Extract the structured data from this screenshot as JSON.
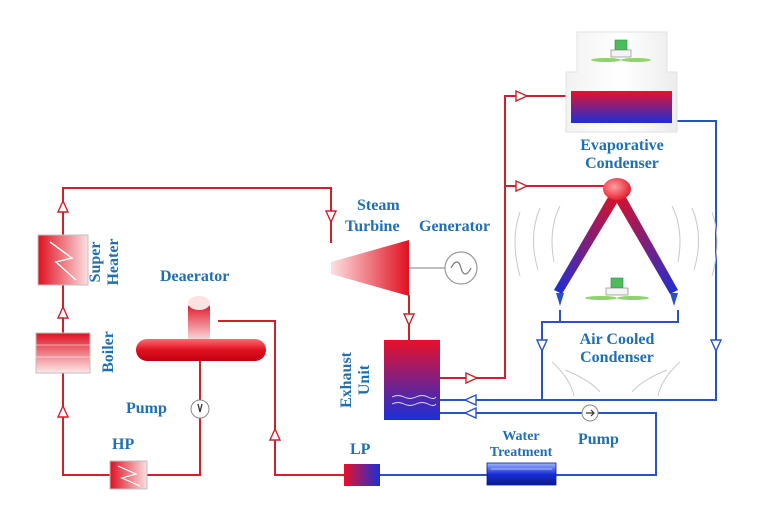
{
  "labels": {
    "evaporative_condenser": [
      "Evaporative",
      "Condenser"
    ],
    "steam": "Steam",
    "turbine": "Turbine",
    "generator": "Generator",
    "super_heater": [
      "Super",
      "Heater"
    ],
    "boiler": "Boiler",
    "deaerator": "Deaerator",
    "exhaust_unit": [
      "Exhaust",
      "Unit"
    ],
    "air_cooled_condenser": [
      "Air Cooled",
      "Condenser"
    ],
    "pump_left": "Pump",
    "pump_right": "Pump",
    "hp": "HP",
    "lp": "LP",
    "water_treatment": [
      "Water",
      "Treatment"
    ]
  },
  "colors": {
    "hot_line": "#d0202a",
    "cold_line": "#2a52c8",
    "label": "#1f6fb4"
  }
}
